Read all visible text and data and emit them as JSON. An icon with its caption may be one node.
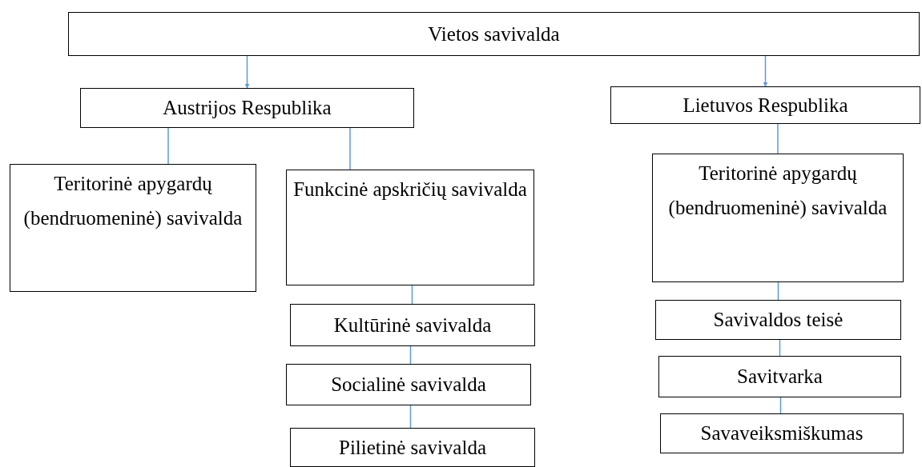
{
  "diagram": {
    "nodes": [
      {
        "text": [
          "Vietos savivalda"
        ]
      },
      {
        "text": [
          "Austrijos Respublika"
        ]
      },
      {
        "text": [
          "Lietuvos Respublika"
        ]
      },
      {
        "text": [
          "Teritorinė apygardų",
          "(bendruomeninė) savivalda"
        ]
      },
      {
        "text": [
          "Funkcinė apskričių savivalda"
        ]
      },
      {
        "text": [
          "Kultūrinė savivalda"
        ]
      },
      {
        "text": [
          "Socialinė savivalda"
        ]
      },
      {
        "text": [
          "Pilietinė savivalda"
        ]
      },
      {
        "text": [
          "Teritorinė apygardų",
          "(bendruomeninė) savivalda"
        ]
      },
      {
        "text": [
          "Savivaldos teisė"
        ]
      },
      {
        "text": [
          "Savitvarka"
        ]
      },
      {
        "text": [
          "Savaveiksmiškumas"
        ]
      }
    ],
    "edges": [
      {
        "from": 0,
        "to": 1,
        "arrow": "to"
      },
      {
        "from": 0,
        "to": 2,
        "arrow": "to"
      },
      {
        "from": 1,
        "to": 3,
        "arrow": "none"
      },
      {
        "from": 1,
        "to": 4,
        "arrow": "none"
      },
      {
        "from": 2,
        "to": 8,
        "arrow": "none"
      },
      {
        "from": 4,
        "to": 5,
        "arrow": "none"
      },
      {
        "from": 5,
        "to": 6,
        "arrow": "none"
      },
      {
        "from": 6,
        "to": 7,
        "arrow": "none"
      },
      {
        "from": 8,
        "to": 9,
        "arrow": "none"
      },
      {
        "from": 9,
        "to": 10,
        "arrow": "none"
      },
      {
        "from": 10,
        "to": 11,
        "arrow": "none"
      }
    ]
  }
}
